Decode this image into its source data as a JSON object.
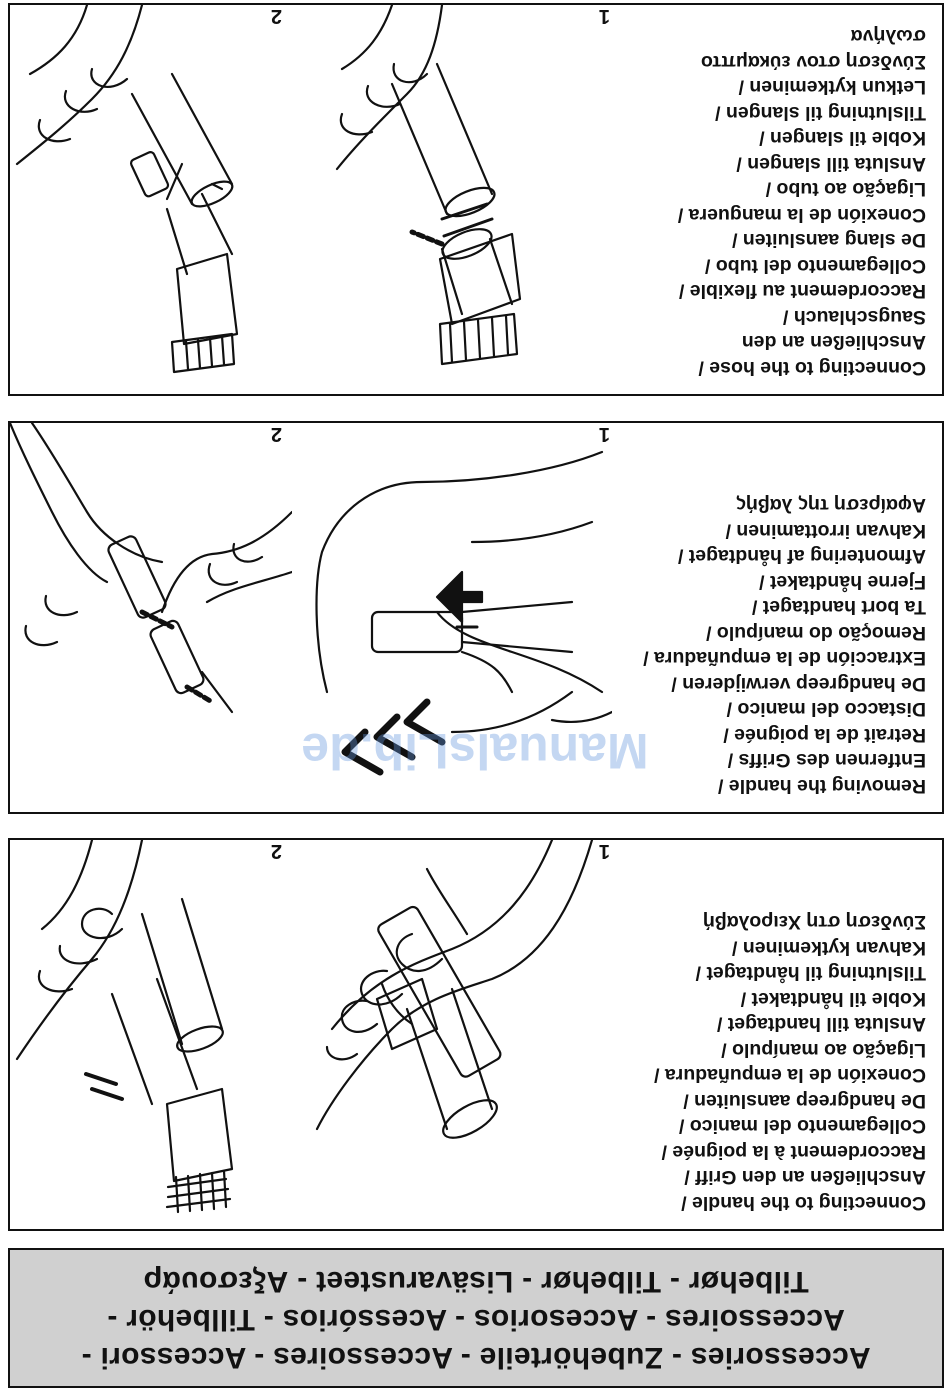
{
  "header": {
    "lines": [
      "Accessories  -  Zubehörteile  -  Accessoires  -  Accessori  -",
      "Accessoires  -  Accesorios  -  Acessórios  -  Tillbehör  -",
      "Tilbehør  -  Tilbehør  -  Lisävarusteet  -  Αξεσουάρ"
    ]
  },
  "sections": [
    {
      "id": "connect-handle",
      "lines": [
        "Connecting to the handle /",
        "Anschließen an den Griff /",
        "Raccordement à la poignée /",
        "Collegamento del manico /",
        "De handgreep aansluiten /",
        "Conexión de la empuñadura /",
        "Ligação ao manípulo /",
        "Ansluta till handtaget /",
        "Koble til håndtaket /",
        "Tilslutning til håndtaget /",
        "Kahvan kytkeminen /",
        "Σύνδεση στη Χειρολαβή"
      ],
      "step1": "1",
      "step2": "2"
    },
    {
      "id": "remove-handle",
      "lines": [
        "Removing the handle /",
        "Entfernen des Griffs /",
        "Retrait de la poignée /",
        "Distacco del manico /",
        "De handgreep verwijderen /",
        "Extracción de la empuñadura /",
        "Remoção do manípulo /",
        "Ta bort handtaget /",
        "Fjerne håndtaket /",
        "Afmontering af håndtaget /",
        "Kahvan irrottaminen /",
        "Αφαίρεση της λαβής"
      ],
      "step1": "1",
      "step2": "2"
    },
    {
      "id": "connect-hose",
      "lines": [
        "Connecting to the hose /",
        "Anschließen an den",
        "Saugschlauch /",
        "Raccordement au flexible /",
        "Collegamento del tubo /",
        "De slang aansluiten /",
        "Conexión de la manguera /",
        "Ligação ao tubo /",
        "Ansluta till slangen /",
        "Koble til slangen /",
        "Tilslutning til slangen /",
        "Letkun kytkeminen /",
        "Σύνδεση στον εύκαμπτο",
        "σωλήνα"
      ],
      "step1": "1",
      "step2": "2"
    }
  ],
  "watermark": "ManualsLib.de"
}
